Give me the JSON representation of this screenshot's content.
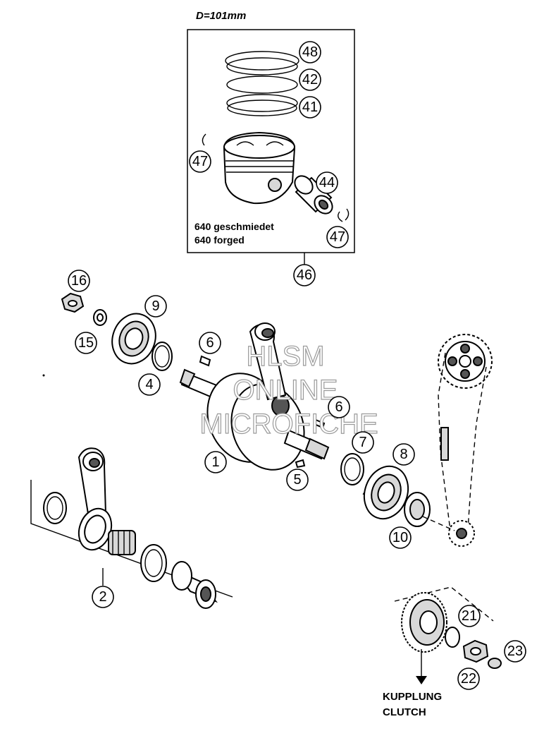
{
  "header": {
    "diameter_label": "D=101mm"
  },
  "piston_box": {
    "line1": "640 geschmiedet",
    "line2": "640 forged"
  },
  "clutch_label": {
    "line1": "KUPPLUNG",
    "line2": "CLUTCH"
  },
  "watermark": {
    "line1": "HLSM",
    "line2": "ONLINE",
    "line3": "MICROFICHE"
  },
  "callouts": {
    "c48": "48",
    "c42": "42",
    "c41": "41",
    "c47a": "47",
    "c44": "44",
    "c47b": "47",
    "c46": "46",
    "c16": "16",
    "c9": "9",
    "c15": "15",
    "c4": "4",
    "c6a": "6",
    "c6b": "6",
    "c1": "1",
    "c7": "7",
    "c8": "8",
    "c5": "5",
    "c10": "10",
    "c2": "2",
    "c21": "21",
    "c23": "23",
    "c22": "22"
  }
}
